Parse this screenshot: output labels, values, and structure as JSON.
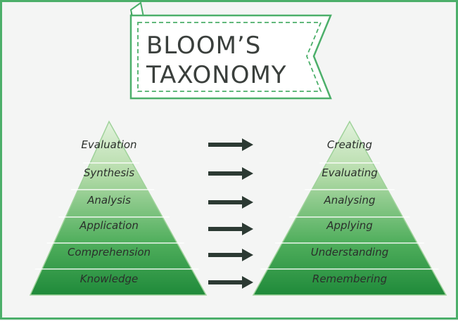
{
  "title": {
    "line1": "BLOOM’S",
    "line2": "TAXONOMY"
  },
  "colors": {
    "accent": "#4caf6a",
    "pyramid_light": "#cfe9c9",
    "pyramid_dark": "#1f8a3a",
    "text": "#2a2f2b",
    "arrow": "#2c3a33"
  },
  "diagram": {
    "left_pyramid": [
      "Evaluation",
      "Synthesis",
      "Analysis",
      "Application",
      "Comprehension",
      "Knowledge"
    ],
    "right_pyramid": [
      "Creating",
      "Evaluating",
      "Analysing",
      "Applying",
      "Understanding",
      "Remembering"
    ],
    "arrow_icon": "right-arrow-icon"
  }
}
